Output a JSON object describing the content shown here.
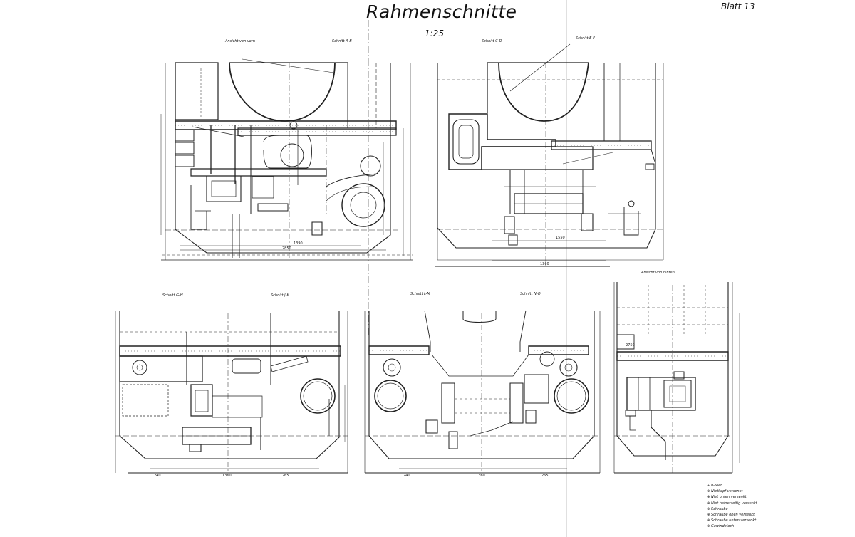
{
  "sheet": {
    "title": "Rahmenschnitte",
    "scale": "1:25",
    "sheet_label": "Blatt",
    "sheet_number": "13"
  },
  "captions": {
    "ansicht_vorn": "Ansicht von vorn",
    "schnitt_ab": "Schnitt A-B",
    "schnitt_cd": "Schnitt C-D",
    "schnitt_ef": "Schnitt E-F",
    "ansicht_hinten": "Ansicht von hinten",
    "schnitt_gh": "Schnitt G-H",
    "schnitt_jk": "Schnitt J-K",
    "schnitt_lm": "Schnitt L-M",
    "schnitt_no": "Schnitt N-O"
  },
  "dimensions": {
    "d1_1390": "1390",
    "d1_2850": "2850",
    "d2_1360": "1360",
    "d2_1550": "1550",
    "d3_1360": "1360",
    "d3_240": "240",
    "d3_265": "265",
    "d4_1360": "1360",
    "d4_240": "240",
    "d4_265": "265",
    "d5_2750": "2750"
  },
  "legend": [
    {
      "sym": "+",
      "text": "b-Niet"
    },
    {
      "sym": "⊕",
      "text": "Nietkopf versenkt"
    },
    {
      "sym": "⊕",
      "text": "Niet unten versenkt"
    },
    {
      "sym": "⊕",
      "text": "Niet beiderseitig versenkt"
    },
    {
      "sym": "⊕",
      "text": "Schraube"
    },
    {
      "sym": "⊕",
      "text": "Schraube oben versenkt"
    },
    {
      "sym": "⊕",
      "text": "Schraube unten versenkt"
    },
    {
      "sym": "⊕",
      "text": "Gewindeloch"
    }
  ]
}
